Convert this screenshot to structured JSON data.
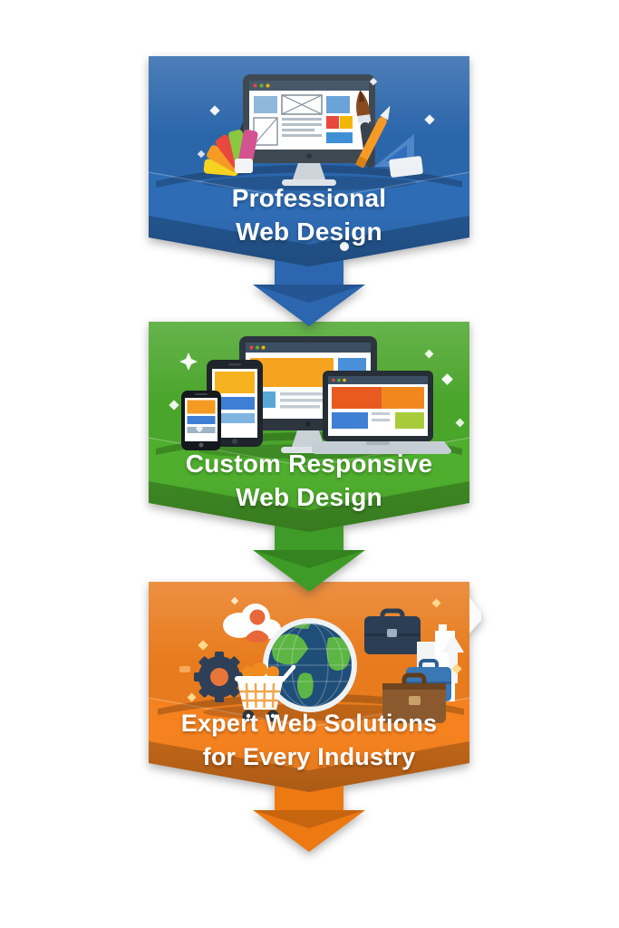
{
  "page": {
    "background": "#ffffff"
  },
  "theme": {
    "text_color": "#ffffff"
  },
  "infographic": {
    "banners": [
      {
        "name": "professional-web-design",
        "title_line1": "Professional",
        "title_line2": "Web Design",
        "banner_color": "#2e6cb5",
        "arrow_color": "#2c66ae",
        "icons": [
          "desktop-monitor-icon",
          "color-swatch-fan-icon",
          "pencil-icon",
          "paintbrush-icon",
          "pen-icon",
          "triangle-ruler-icon",
          "eraser-icon",
          "sparkle-icon",
          "down-arrow-icon"
        ]
      },
      {
        "name": "custom-responsive-web-design",
        "title_line1": "Custom Responsive",
        "title_line2": "Web Design",
        "banner_color": "#4fae2e",
        "arrow_color": "#3f9b27",
        "icons": [
          "desktop-monitor-icon",
          "tablet-icon",
          "smartphone-icon",
          "laptop-icon",
          "sparkle-icon",
          "down-arrow-icon"
        ]
      },
      {
        "name": "expert-web-solutions",
        "title_line1": "Expert Web Solutions",
        "title_line2": "for Every Industry",
        "banner_color": "#f5821f",
        "arrow_color": "#ed7913",
        "icons": [
          "cloud-user-icon",
          "gear-icon",
          "globe-icon",
          "shopping-cart-icon",
          "briefcase-icon",
          "buildings-icon",
          "growth-arrow-icon",
          "sparkle-icon",
          "down-arrow-icon"
        ]
      }
    ]
  }
}
